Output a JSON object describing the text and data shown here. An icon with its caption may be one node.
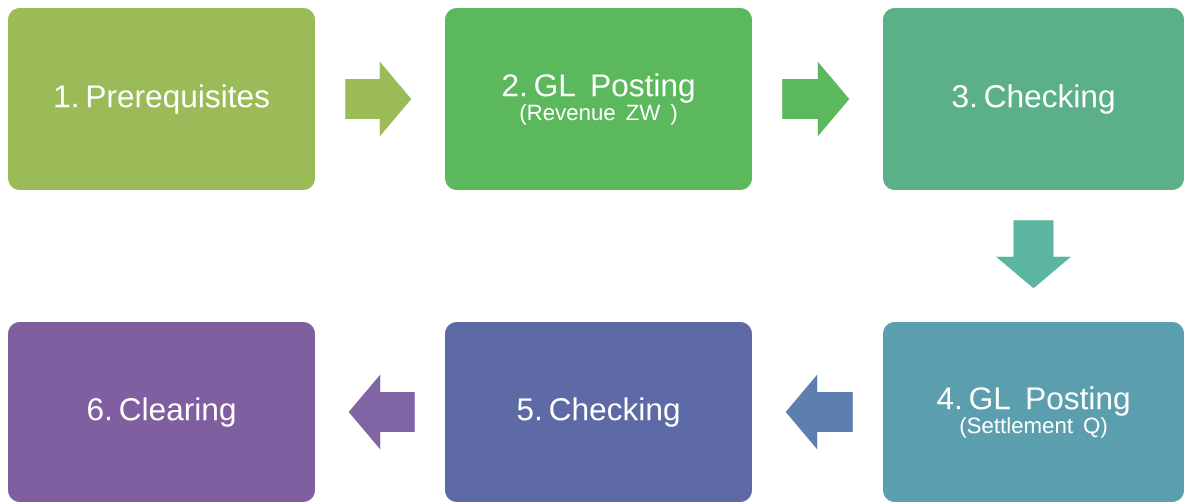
{
  "diagram": {
    "nodes": [
      {
        "text": [
          "1. Prerequisites"
        ]
      },
      {
        "text": [
          "2. GL Posting",
          "(Revenue ZW )"
        ]
      },
      {
        "text": [
          "3. Checking"
        ]
      },
      {
        "text": [
          "4. GL Posting",
          "(Settlement Q)"
        ]
      },
      {
        "text": [
          "5. Checking"
        ]
      },
      {
        "text": [
          "6. Clearing"
        ]
      }
    ],
    "edges": [
      {
        "from": 0,
        "to": 1,
        "arrow": "to",
        "color": "#9bbb59"
      },
      {
        "from": 1,
        "to": 2,
        "arrow": "to",
        "color": "#5cb85c"
      },
      {
        "from": 2,
        "to": 3,
        "arrow": "to",
        "color": "#5bb5a0"
      },
      {
        "from": 3,
        "to": 4,
        "arrow": "to",
        "color": "#5d7fb0"
      },
      {
        "from": 4,
        "to": 5,
        "arrow": "to",
        "color": "#7f65a3"
      }
    ]
  }
}
